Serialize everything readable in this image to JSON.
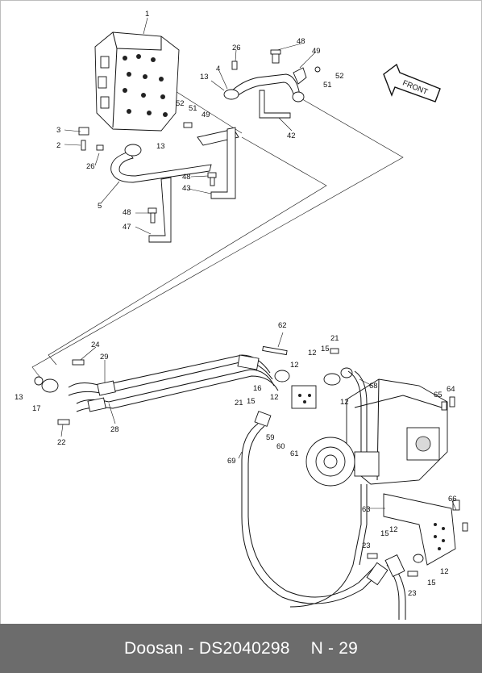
{
  "footer": {
    "brand": "Doosan",
    "separator": "-",
    "part_number": "DS2040298",
    "page": "N - 29"
  },
  "diagram": {
    "direction_arrow": "FRONT",
    "callouts": [
      "1",
      "2",
      "3",
      "4",
      "5",
      "12",
      "13",
      "15",
      "16",
      "17",
      "21",
      "22",
      "23",
      "24",
      "26",
      "28",
      "29",
      "42",
      "43",
      "47",
      "48",
      "49",
      "51",
      "52",
      "59",
      "60",
      "61",
      "62",
      "63",
      "64",
      "65",
      "66",
      "68",
      "69"
    ]
  }
}
